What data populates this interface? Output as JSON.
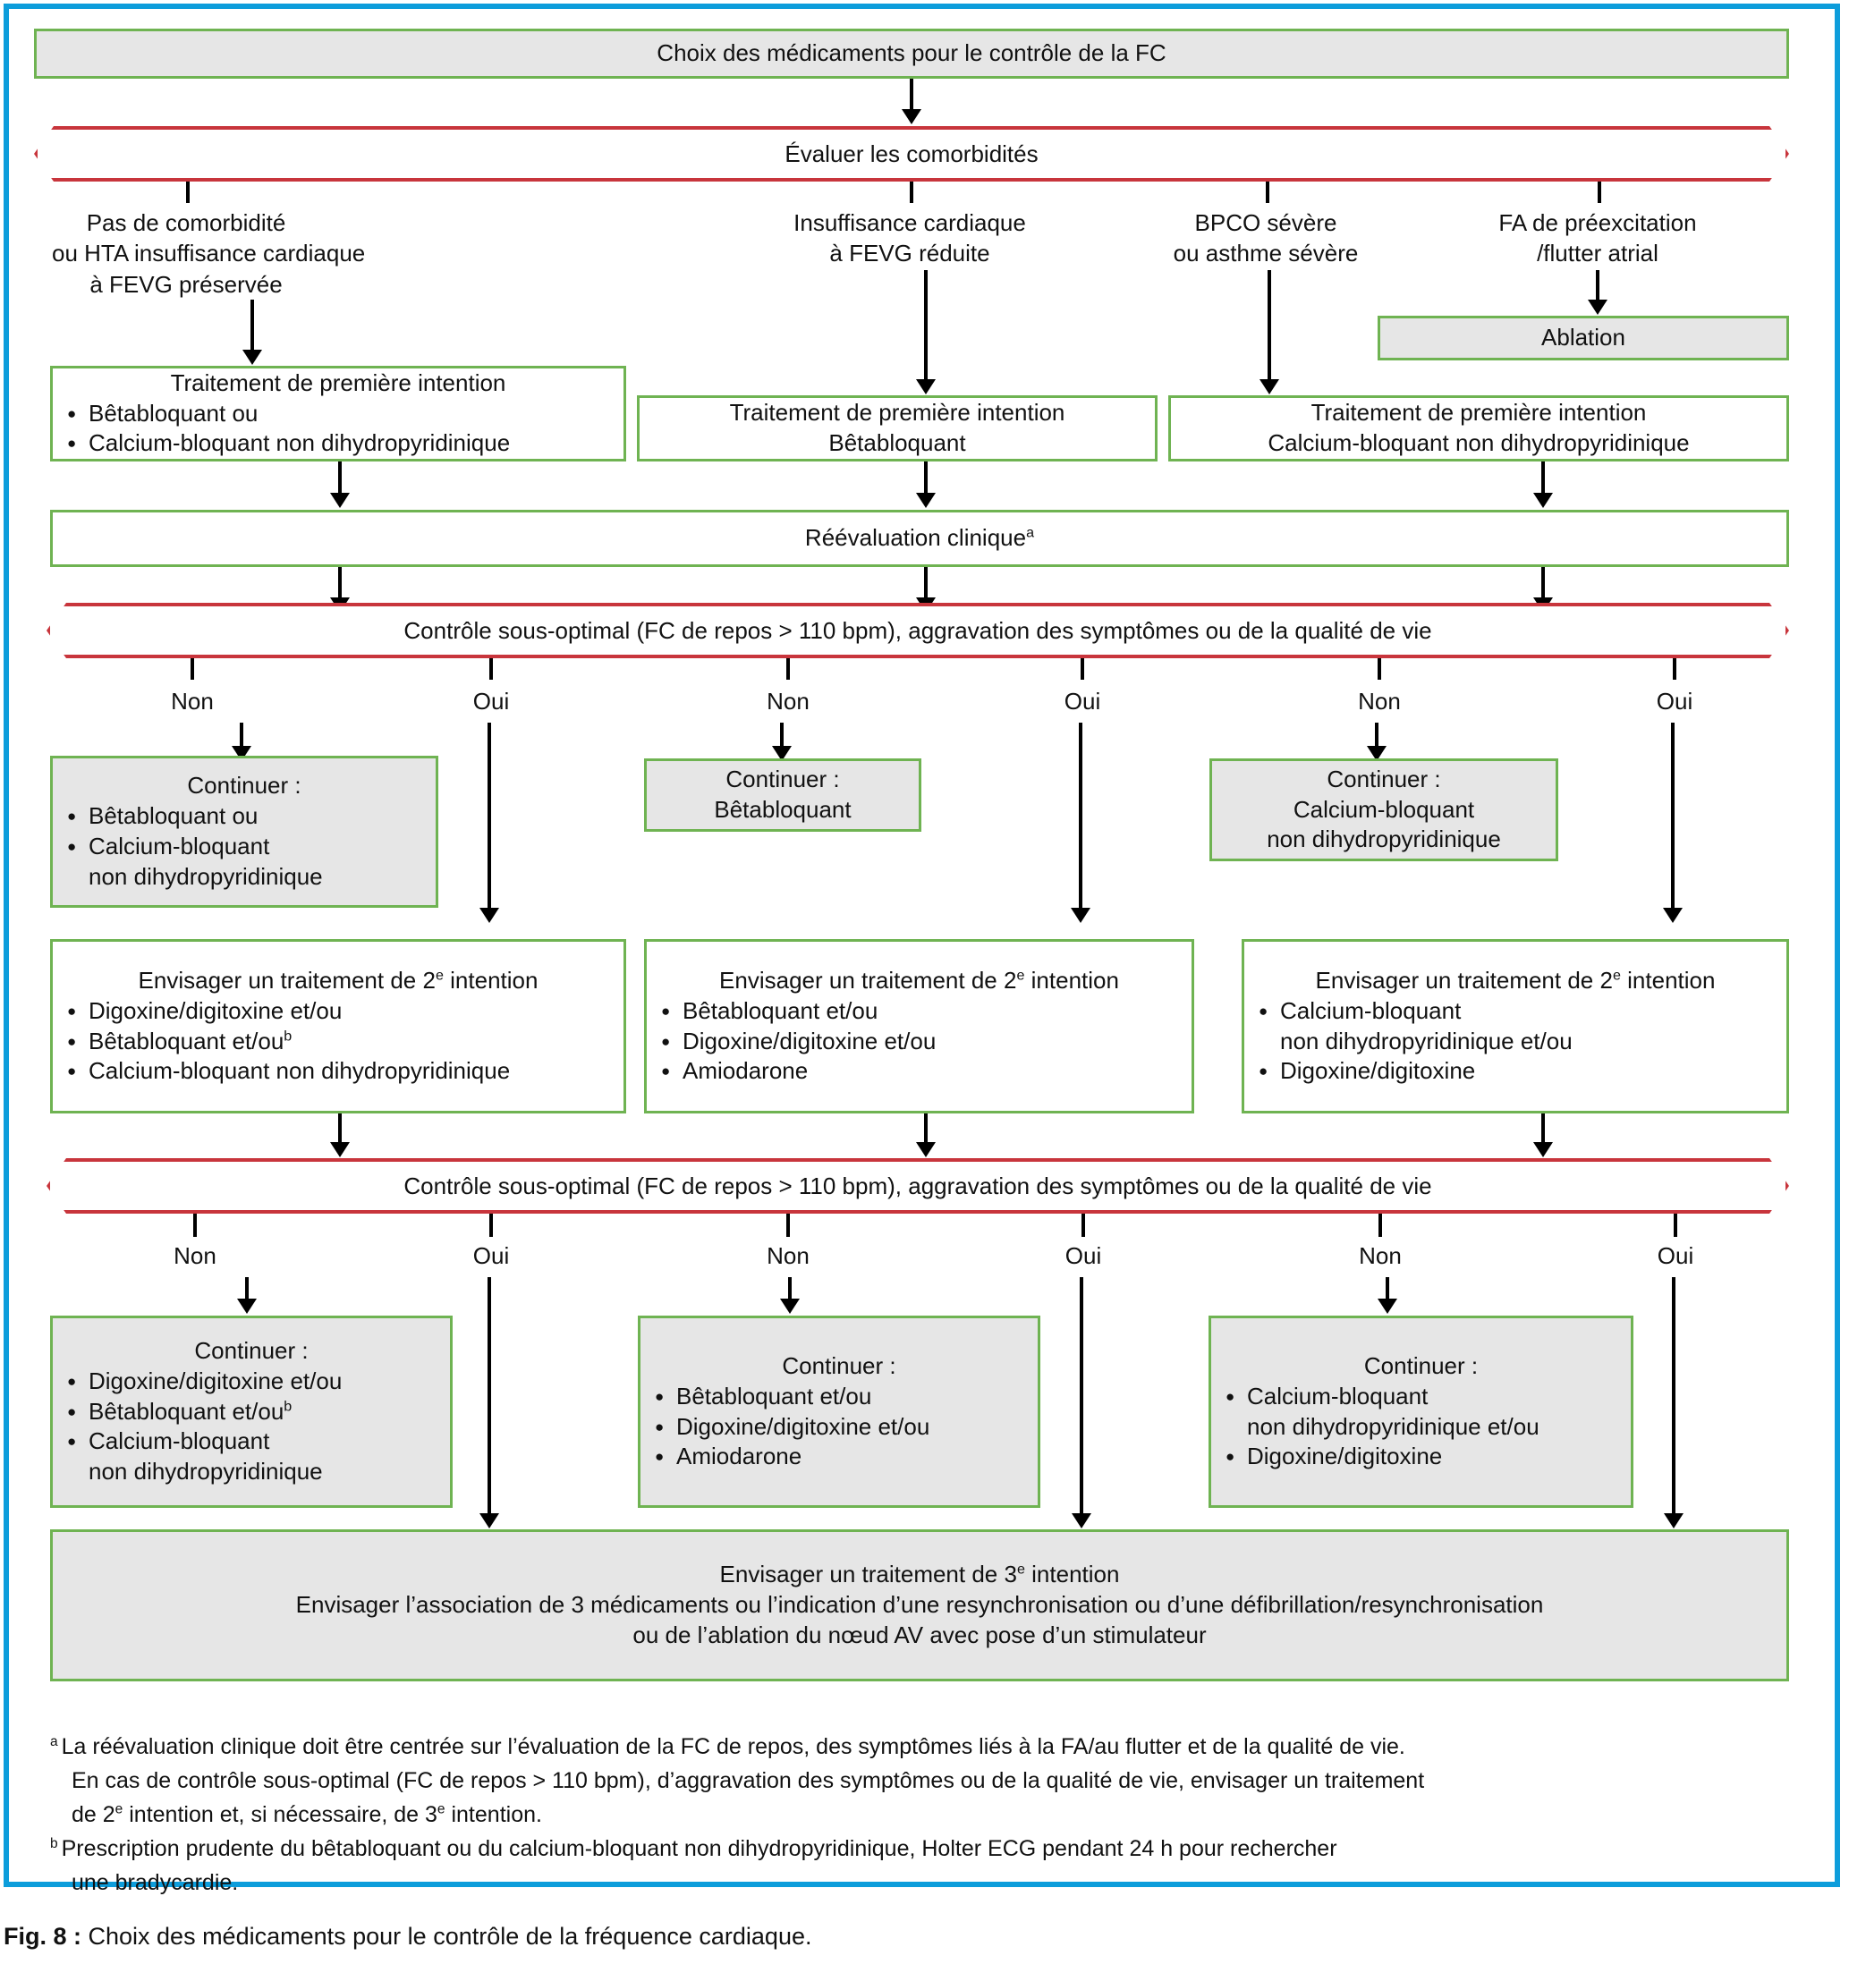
{
  "colors": {
    "frame_blue": "#0d9ddb",
    "node_green": "#6fb352",
    "node_grey_fill": "#e6e6e6",
    "decision_red": "#c8353c"
  },
  "nodes": {
    "start": "Choix des médicaments pour le contrôle de la FC",
    "evaluate": "Évaluer les comorbidités",
    "reassess": "Réévaluation clinique",
    "reassess_sup": "a",
    "ablation": "Ablation",
    "third_line": {
      "line1": "Envisager un traitement de 3",
      "line1_sup": "e",
      "line1_end": " intention",
      "line2": "Envisager l’association de 3 médicaments ou l’indication d’une resynchronisation ou d’une défibrillation/resynchronisation",
      "line3": "ou de l’ablation du nœud AV avec pose d’un stimulateur"
    }
  },
  "branches": [
    {
      "id": "no-comorbidity",
      "lines": [
        "Pas de comorbidité",
        "ou HTA insuffisance cardiaque",
        "à FEVG préservée"
      ]
    },
    {
      "id": "heart-failure",
      "lines": [
        "Insuffisance cardiaque",
        "à FEVG réduite"
      ]
    },
    {
      "id": "copd-asthma",
      "lines": [
        "BPCO sévère",
        "ou asthme sévère"
      ]
    },
    {
      "id": "preexcited-af",
      "lines": [
        "FA de préexcitation",
        "/flutter atrial"
      ]
    }
  ],
  "first_line": [
    {
      "id": "first-line-left",
      "title": "Traitement de première intention",
      "items": [
        "Bêtabloquant ou",
        "Calcium-bloquant non dihydropyridinique"
      ],
      "bulleted": true
    },
    {
      "id": "first-line-middle",
      "title": "Traitement de première intention",
      "items": [
        "Bêtabloquant"
      ],
      "bulleted": false
    },
    {
      "id": "first-line-right",
      "title": "Traitement de première intention",
      "items": [
        "Calcium-bloquant non dihydropyridinique"
      ],
      "bulleted": false
    }
  ],
  "decision_text": "Contrôle sous-optimal (FC de repos > 110 bpm), aggravation des symptômes ou de la qualité de vie",
  "branch_labels": {
    "no": "Non",
    "yes": "Oui"
  },
  "continue_row1": [
    {
      "id": "continue-1-left",
      "title": "Continuer :",
      "items": [
        "Bêtabloquant ou",
        "Calcium-bloquant",
        "non dihydropyridinique"
      ],
      "bullets": [
        true,
        true,
        false
      ]
    },
    {
      "id": "continue-1-middle",
      "title": "Continuer :",
      "items": [
        "Bêtabloquant"
      ],
      "bullets": [
        false
      ],
      "centered": true
    },
    {
      "id": "continue-1-right",
      "title": "Continuer :",
      "items": [
        "Calcium-bloquant",
        "non dihydropyridinique"
      ],
      "bullets": [
        false,
        false
      ],
      "centered": true
    }
  ],
  "second_line": [
    {
      "id": "second-line-left",
      "title_a": "Envisager un traitement de 2",
      "title_sup": "e",
      "title_b": " intention",
      "items": [
        "Digoxine/digitoxine et/ou",
        "Bêtabloquant et/ou",
        "Calcium-bloquant non dihydropyridinique"
      ],
      "bullets": [
        true,
        true,
        true
      ],
      "sups": [
        "",
        "b",
        ""
      ]
    },
    {
      "id": "second-line-middle",
      "title_a": "Envisager un traitement de 2",
      "title_sup": "e",
      "title_b": " intention",
      "items": [
        "Bêtabloquant et/ou",
        "Digoxine/digitoxine et/ou",
        "Amiodarone"
      ],
      "bullets": [
        true,
        true,
        true
      ],
      "sups": [
        "",
        "",
        ""
      ]
    },
    {
      "id": "second-line-right",
      "title_a": "Envisager un traitement de 2",
      "title_sup": "e",
      "title_b": " intention",
      "items": [
        "Calcium-bloquant",
        "non dihydropyridinique et/ou",
        "Digoxine/digitoxine"
      ],
      "bullets": [
        true,
        false,
        true
      ],
      "sups": [
        "",
        "",
        ""
      ]
    }
  ],
  "continue_row2": [
    {
      "id": "continue-2-left",
      "title": "Continuer :",
      "items": [
        "Digoxine/digitoxine et/ou",
        "Bêtabloquant et/ou",
        "Calcium-bloquant",
        "non dihydropyridinique"
      ],
      "bullets": [
        true,
        true,
        true,
        false
      ],
      "sups": [
        "",
        "b",
        "",
        ""
      ]
    },
    {
      "id": "continue-2-middle",
      "title": "Continuer :",
      "items": [
        "Bêtabloquant et/ou",
        "Digoxine/digitoxine et/ou",
        "Amiodarone"
      ],
      "bullets": [
        true,
        true,
        true
      ],
      "sups": [
        "",
        "",
        ""
      ]
    },
    {
      "id": "continue-2-right",
      "title": "Continuer :",
      "items": [
        "Calcium-bloquant",
        "non dihydropyridinique et/ou",
        "Digoxine/digitoxine"
      ],
      "bullets": [
        true,
        false,
        true
      ],
      "sups": [
        "",
        "",
        ""
      ]
    }
  ],
  "footnotes": {
    "a_marker": "a",
    "a_line1": "La réévaluation clinique doit être centrée sur l’évaluation de la FC de repos, des symptômes liés à la FA/au flutter et de la qualité de vie.",
    "a_line2": "En cas de contrôle sous-optimal (FC de repos > 110 bpm), d’aggravation des symptômes ou de la qualité de vie, envisager un traitement",
    "a_line3_a": "de 2",
    "a_line3_sup1": "e",
    "a_line3_b": " intention et, si nécessaire, de 3",
    "a_line3_sup2": "e",
    "a_line3_c": " intention.",
    "b_marker": "b",
    "b_line1": "Prescription prudente du bêtabloquant ou du calcium-bloquant non dihydropyridinique, Holter ECG pendant 24 h pour rechercher",
    "b_line2": "une bradycardie."
  },
  "caption": {
    "label": "Fig. 8 :",
    "text": " Choix des médicaments pour le contrôle de la fréquence cardiaque."
  }
}
